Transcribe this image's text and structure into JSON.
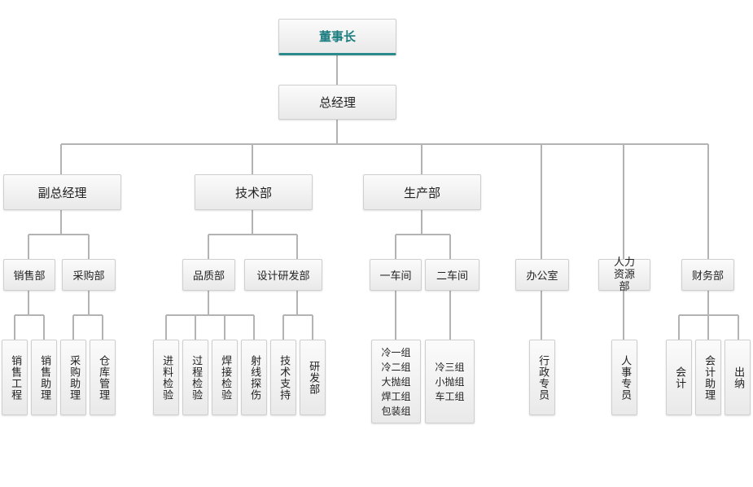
{
  "org": {
    "chairman": "董事长",
    "gm": "总经理",
    "deputy_gm": "副总经理",
    "tech_dept": "技术部",
    "production_dept": "生产部",
    "office": "办公室",
    "hr_dept": "人力资源部",
    "finance_dept": "财务部",
    "sales_dept": "销售部",
    "purchasing_dept": "采购部",
    "quality_dept": "品质部",
    "rd_dept": "设计研发部",
    "workshop_1": "一车间",
    "workshop_2": "二车间",
    "sales_engineer": "销售工程",
    "sales_assistant": "销售助理",
    "purchasing_assistant": "采购助理",
    "warehouse_mgmt": "仓库管理",
    "incoming_inspection": "进料检验",
    "process_inspection": "过程检验",
    "welding_inspection": "焊接检验",
    "radiographic_testing": "射线探伤",
    "tech_support": "技术支持",
    "rd_office": "研发部",
    "workshop_1_groups": [
      "冷一组",
      "冷二组",
      "大抛组",
      "焊工组",
      "包装组"
    ],
    "workshop_2_groups": [
      "冷三组",
      "小抛组",
      "车工组"
    ],
    "admin_staff": "行政专员",
    "hr_staff": "人事专员",
    "accountant": "会计",
    "accounting_assistant": "会计助理",
    "cashier": "出纳"
  }
}
